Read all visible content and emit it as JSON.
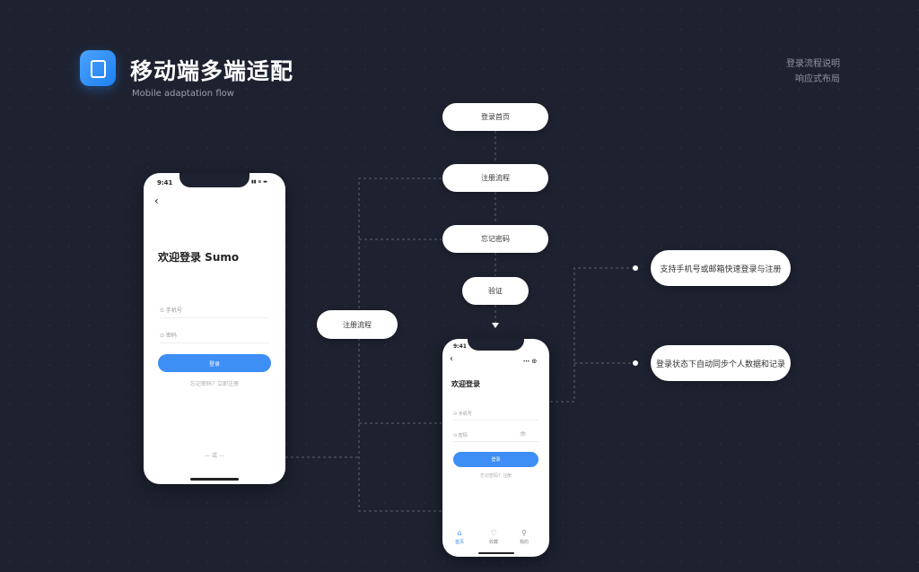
{
  "header": {
    "title": "移动端多端适配",
    "subtitle": "Mobile adaptation flow",
    "corner_lines": [
      "登录流程说明",
      "响应式布局"
    ]
  },
  "flow": {
    "step1": "登录首页",
    "step2": "注册流程",
    "step3": "忘记密码",
    "step4": "验证",
    "left_node": "注册流程",
    "right_card_1": "支持手机号或邮箱快速登录与注册",
    "right_card_2": "登录状态下自动同步个人数据和记录"
  },
  "phone_left": {
    "time": "9:41",
    "status_icons": "▮▮ ≋ ▬",
    "back": "‹",
    "title": "欢迎登录 Sumo",
    "field_user": "⊙ 手机号",
    "field_pass": "⊙ 密码",
    "button": "登录",
    "link": "忘记密码？立即注册",
    "footer": "— 或 —"
  },
  "phone_right": {
    "time": "9:41",
    "back": "‹",
    "title": "欢迎登录",
    "field_user": "⊙ 手机号",
    "field_pass": "⊙ 密码",
    "pass_icon": "👁",
    "button": "登录",
    "link": "忘记密码？注册",
    "nav": [
      {
        "icon": "⌂",
        "label": "首页"
      },
      {
        "icon": "♡",
        "label": "收藏"
      },
      {
        "icon": "⚲",
        "label": "我的"
      }
    ]
  },
  "colors": {
    "accent": "#3d8ef5",
    "background": "#1e2230",
    "card": "#ffffff"
  }
}
